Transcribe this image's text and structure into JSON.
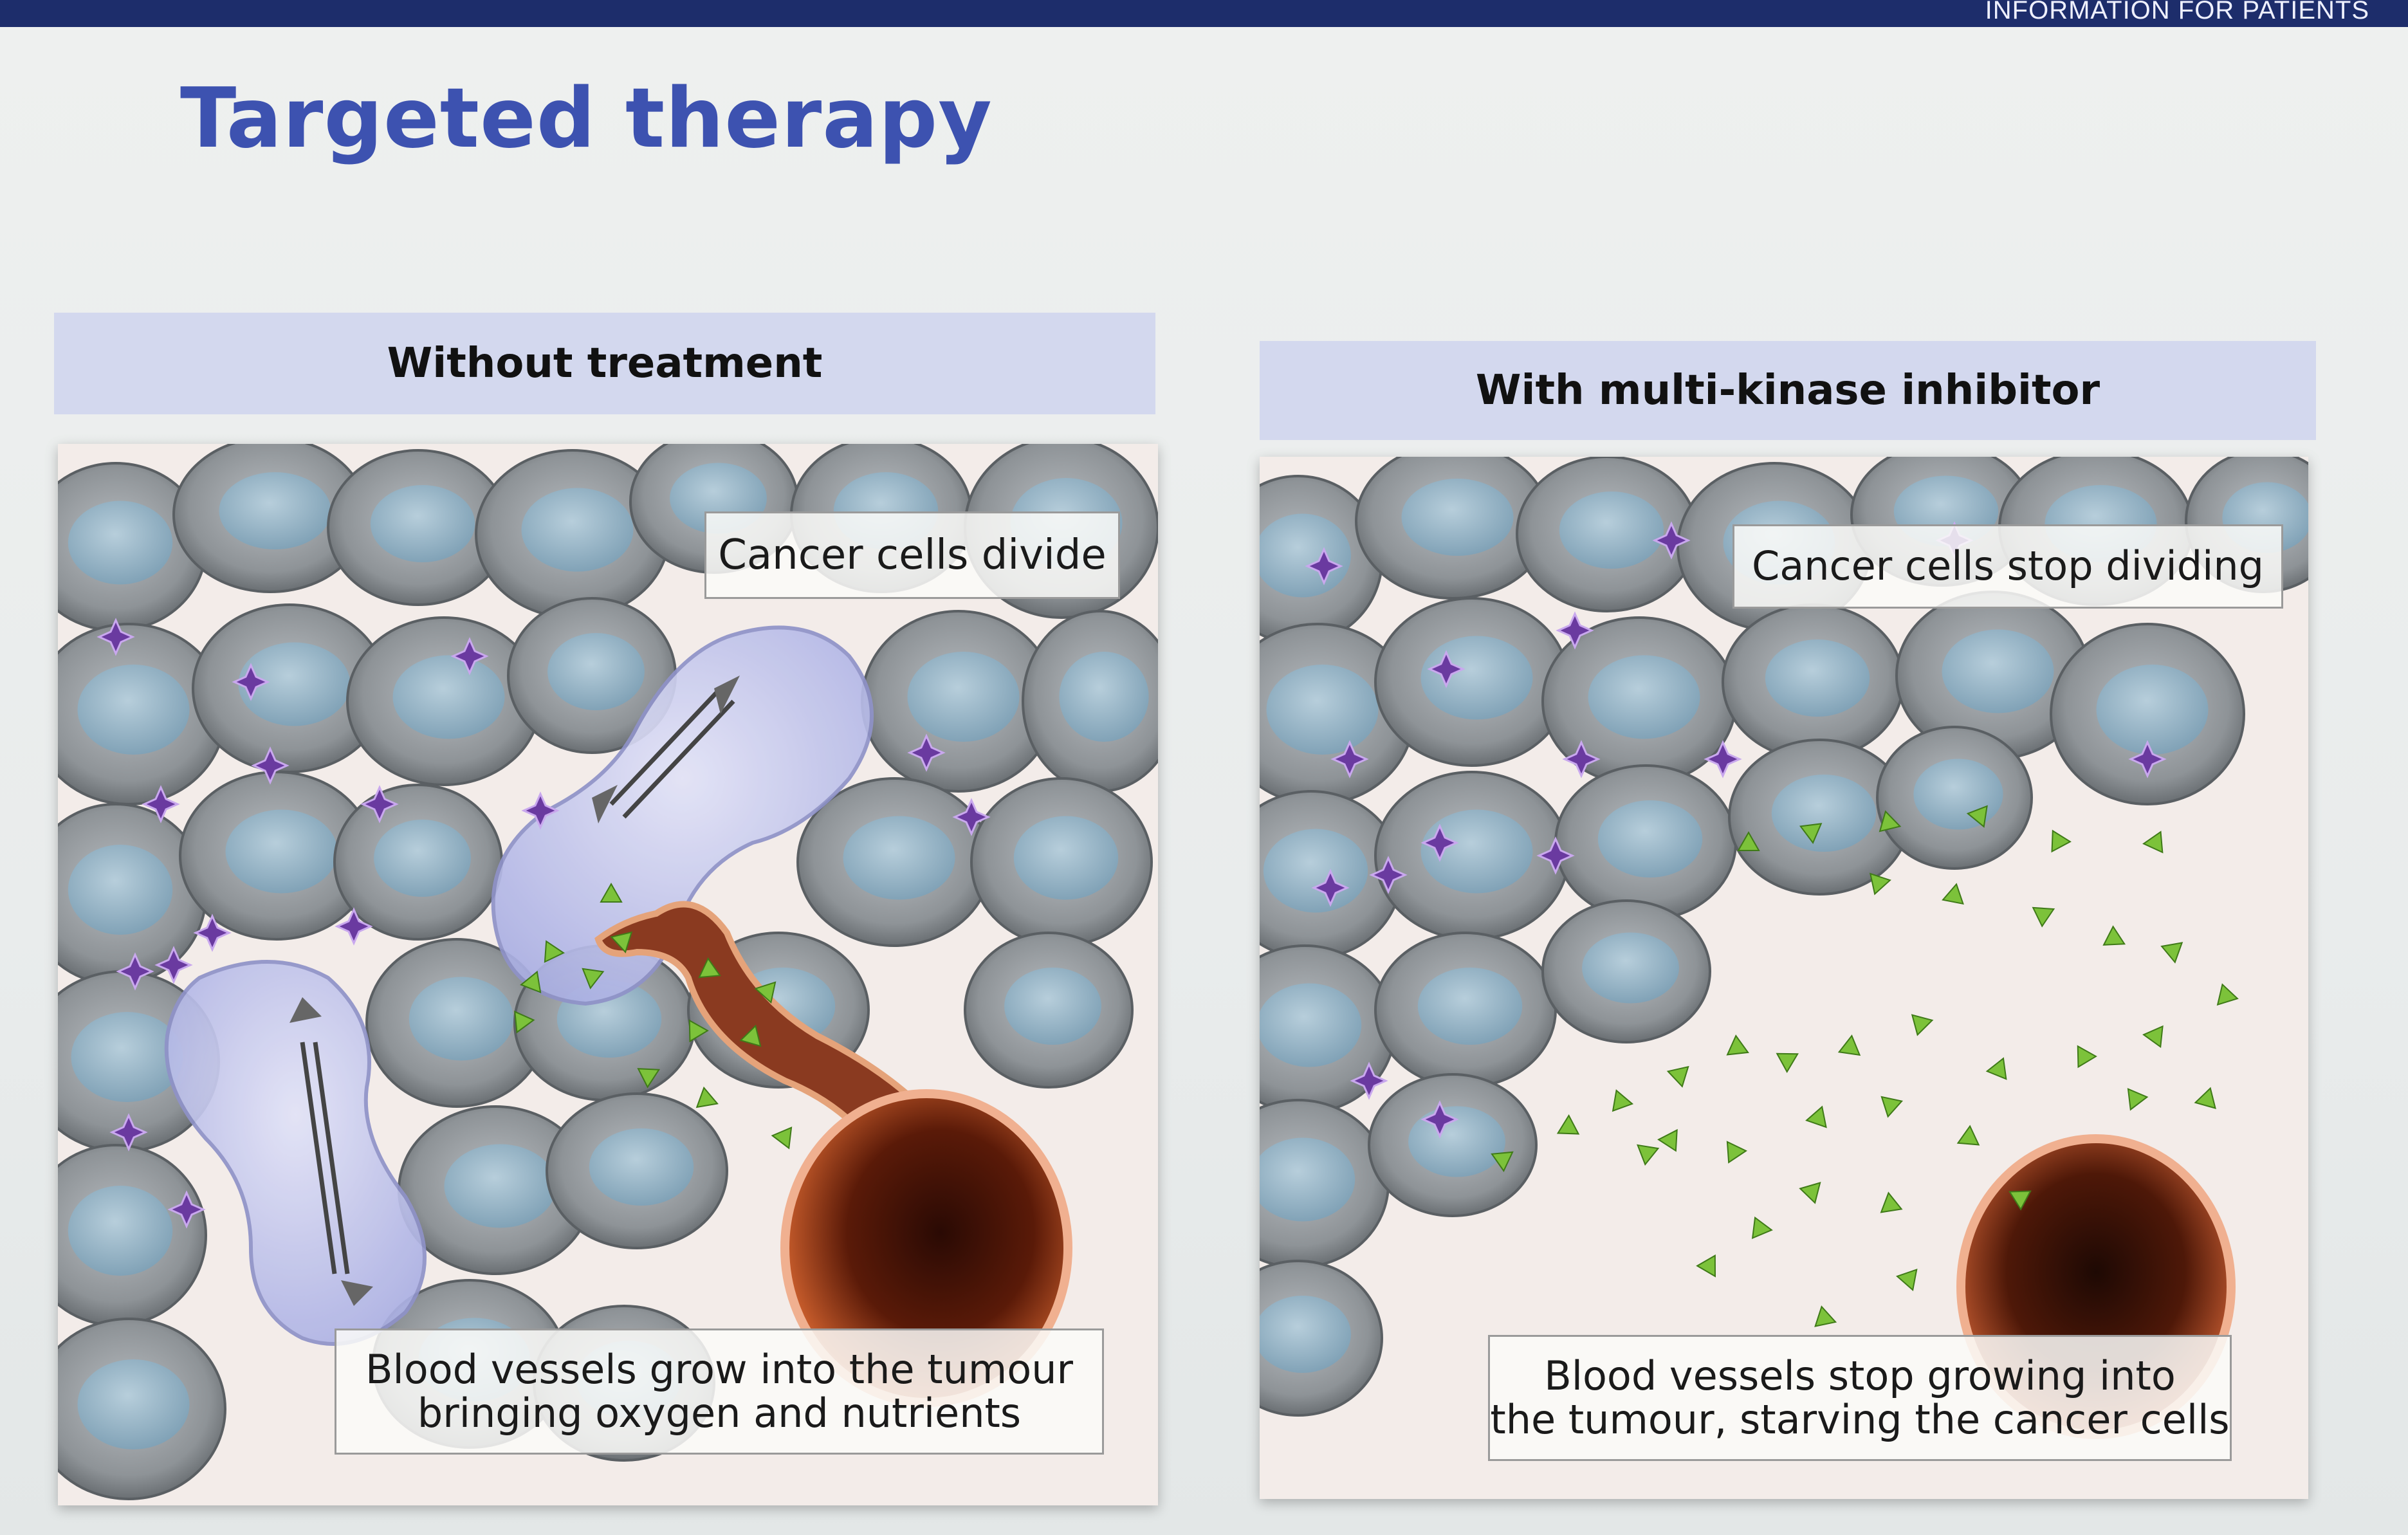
{
  "header": {
    "banner_text": "INFORMATION FOR PATIENTS"
  },
  "title": "Targeted therapy",
  "panels": [
    {
      "header": "Without treatment",
      "callouts": {
        "top": "Cancer cells divide",
        "bottom_line1": "Blood vessels grow into the tumour",
        "bottom_line2": "bringing oxygen and nutrients"
      }
    },
    {
      "header": "With multi-kinase inhibitor",
      "callouts": {
        "top": "Cancer cells stop dividing",
        "bottom_line1": "Blood vessels stop growing into",
        "bottom_line2": "the tumour, starving the cancer cells"
      }
    }
  ],
  "colors": {
    "title": "#3d52b0",
    "header_band": "#d3d8ee",
    "top_band": "#1d2d6b",
    "cell_outer": "#8e9397",
    "cell_nucleus": "#8fb0c4",
    "kinase_marker": "#6a3aa0",
    "growth_factor": "#7cc23a",
    "dividing_cell": "#b9bde8",
    "blood_vessel": "#8a3a20"
  }
}
